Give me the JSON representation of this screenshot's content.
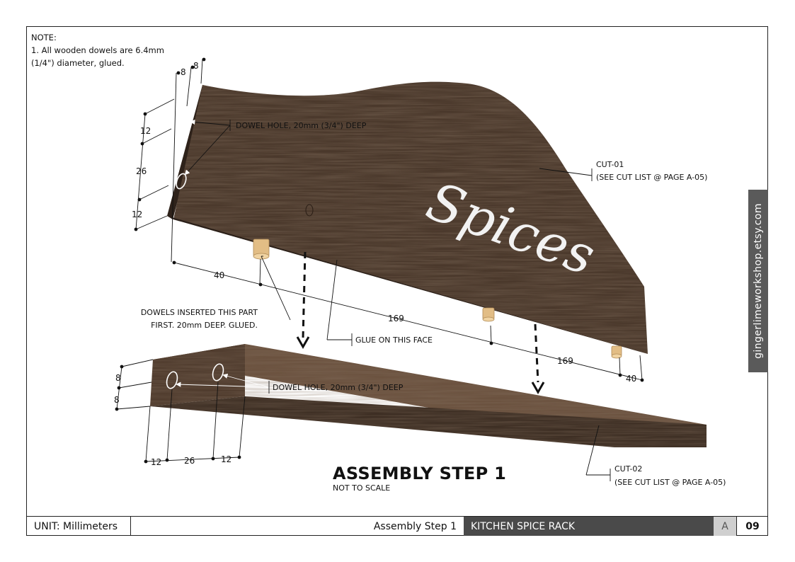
{
  "note": {
    "heading": "NOTE:",
    "line1": "1. All wooden dowels are 6.4mm",
    "line2": "(1/4\") diameter, glued."
  },
  "callouts": {
    "dowel_hole_top": "DOWEL HOLE, 20mm (3/4\") DEEP",
    "dowel_hole_bottom": "DOWEL HOLE, 20mm (3/4\") DEEP",
    "cut01_line1": "CUT-01",
    "cut01_line2": "(SEE CUT LIST @ PAGE A-05)",
    "cut02_line1": "CUT-02",
    "cut02_line2": "(SEE CUT LIST @ PAGE A-05)",
    "dowels_line1": "DOWELS INSERTED THIS PART",
    "dowels_line2": "FIRST. 20mm DEEP. GLUED.",
    "glue_face": "GLUE ON THIS FACE"
  },
  "board_text": "Spices",
  "dimensions": {
    "top_thickness_a": "8",
    "top_thickness_b": "8",
    "top_edge_1": "12",
    "top_spacing": "26",
    "top_edge_2": "12",
    "dowel_offset_left": "40",
    "dowel_spacing_1": "169",
    "dowel_spacing_2": "169",
    "dowel_offset_right": "40",
    "bottom_height_a": "8",
    "bottom_height_b": "8",
    "bottom_edge_1": "12",
    "bottom_spacing": "26",
    "bottom_edge_2": "12"
  },
  "title": "ASSEMBLY STEP 1",
  "subtitle": "NOT TO SCALE",
  "side_tab": "gingerlimeworkshop.etsy.com",
  "title_block": {
    "unit": "UNIT: Millimeters",
    "sheet": "Assembly Step 1",
    "project": "KITCHEN SPICE RACK",
    "revision": "A",
    "page": "09"
  },
  "colors": {
    "wood_dark": "#3b2c22",
    "wood_mid": "#5a4434",
    "dowel": "#e7c48a",
    "tab_grey": "#5a5a5a",
    "project_bar": "#4a4a4a"
  }
}
